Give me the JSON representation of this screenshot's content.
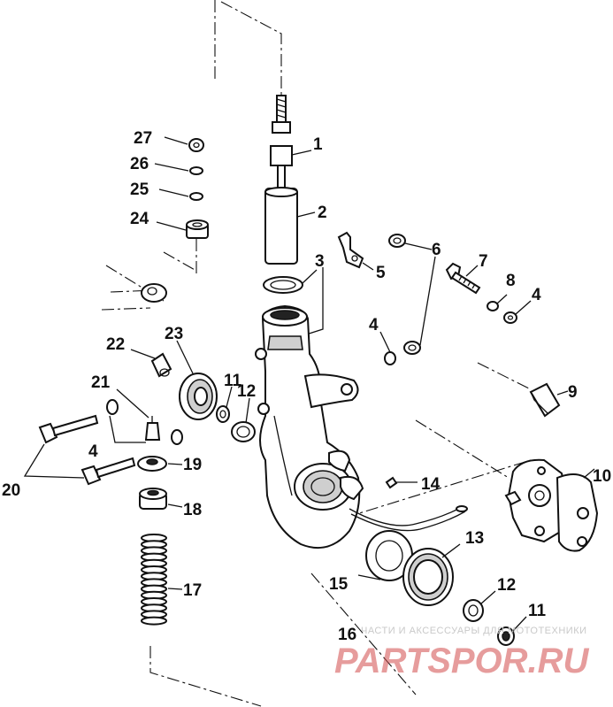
{
  "labels": {
    "p1": "1",
    "p2": "2",
    "p3": "3",
    "p4a": "4",
    "p4b": "4",
    "p4c": "4",
    "p5": "5",
    "p6": "6",
    "p7": "7",
    "p8": "8",
    "p9": "9",
    "p10": "10",
    "p11a": "11",
    "p11b": "11",
    "p12a": "12",
    "p12b": "12",
    "p13": "13",
    "p14": "14",
    "p15": "15",
    "p16": "16",
    "p17": "17",
    "p18": "18",
    "p19": "19",
    "p20": "20",
    "p21": "21",
    "p22": "22",
    "p23": "23",
    "p24": "24",
    "p25": "25",
    "p26": "26",
    "p27": "27"
  },
  "watermark": {
    "tagline": "ЧАСТИ И АКСЕССУАРЫ ДЛЯ МОТОТЕХНИКИ",
    "logo": "PARTSPOR.RU"
  },
  "colors": {
    "ink": "#111111",
    "watermark_logo": "#d24b4b",
    "background": "#ffffff"
  }
}
